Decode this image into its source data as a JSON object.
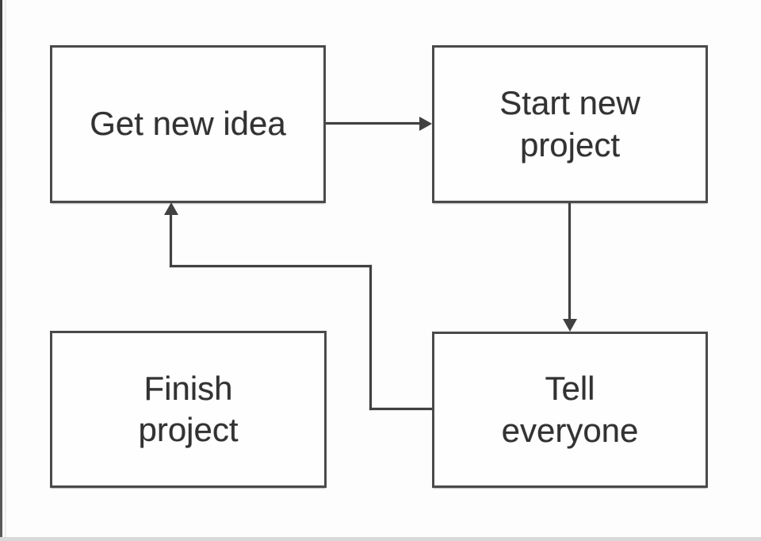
{
  "diagram": {
    "type": "flowchart",
    "nodes": [
      {
        "id": "get-new-idea",
        "label": "Get new idea"
      },
      {
        "id": "start-new-project",
        "label": "Start new\nproject"
      },
      {
        "id": "finish-project",
        "label": "Finish\nproject"
      },
      {
        "id": "tell-everyone",
        "label": "Tell\neveryone"
      }
    ],
    "edges": [
      {
        "from": "get-new-idea",
        "to": "start-new-project",
        "direction": "right"
      },
      {
        "from": "start-new-project",
        "to": "tell-everyone",
        "direction": "down"
      },
      {
        "from": "tell-everyone",
        "to": "get-new-idea",
        "direction": "left-up-loop"
      }
    ],
    "disconnected_nodes": [
      "finish-project"
    ],
    "colors": {
      "line": "#414141",
      "box_border": "#4a4a4a",
      "text": "#323232",
      "background": "#fdfdfd",
      "bottom_strip": "#d9d9d9"
    }
  }
}
